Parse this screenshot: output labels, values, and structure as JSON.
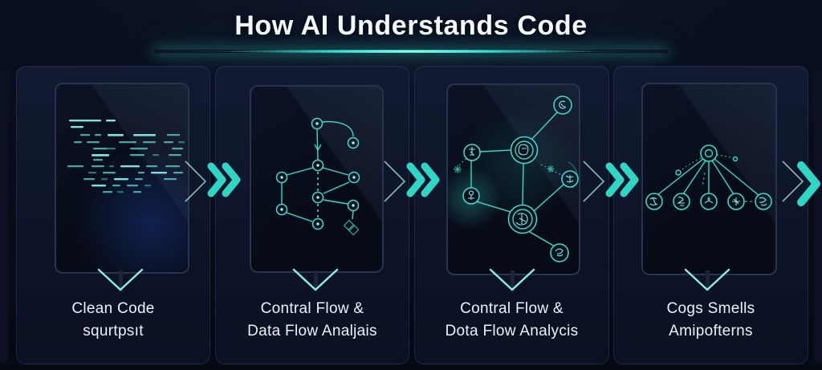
{
  "header": {
    "title": "How AI Understands Code"
  },
  "accent_colors": {
    "teal": "#2fd6c5",
    "teal_light": "#9df2e6",
    "card_background": "#0d1428",
    "page_background": "#080c18",
    "title_text": "#f6f8fb",
    "label_text": "#edf1f7"
  },
  "panels": [
    {
      "id": "clean-code",
      "screen": "code-editor-screen",
      "label_line1": "Clean Code",
      "label_line2": "squrtpsıt"
    },
    {
      "id": "control-flow-graph",
      "screen": "flowchart-graph-screen",
      "label_line1": "Contral Flow &",
      "label_line2": "Data Flow Analjais"
    },
    {
      "id": "dependency-network",
      "screen": "network-graph-screen",
      "label_line1": "Contral Flow &",
      "label_line2": "Dota Flow Analycis"
    },
    {
      "id": "code-smells",
      "screen": "fanout-tree-screen",
      "label_line1": "Cogs Smells",
      "label_line2": "Amipofterns"
    }
  ],
  "icons": {
    "between_panels": "double-chevron-right-icon",
    "flow_end": "chevron-right-icon",
    "panel_edge": "thin-chevron-right-icon",
    "screen_to_label": "chevron-down-icon"
  }
}
